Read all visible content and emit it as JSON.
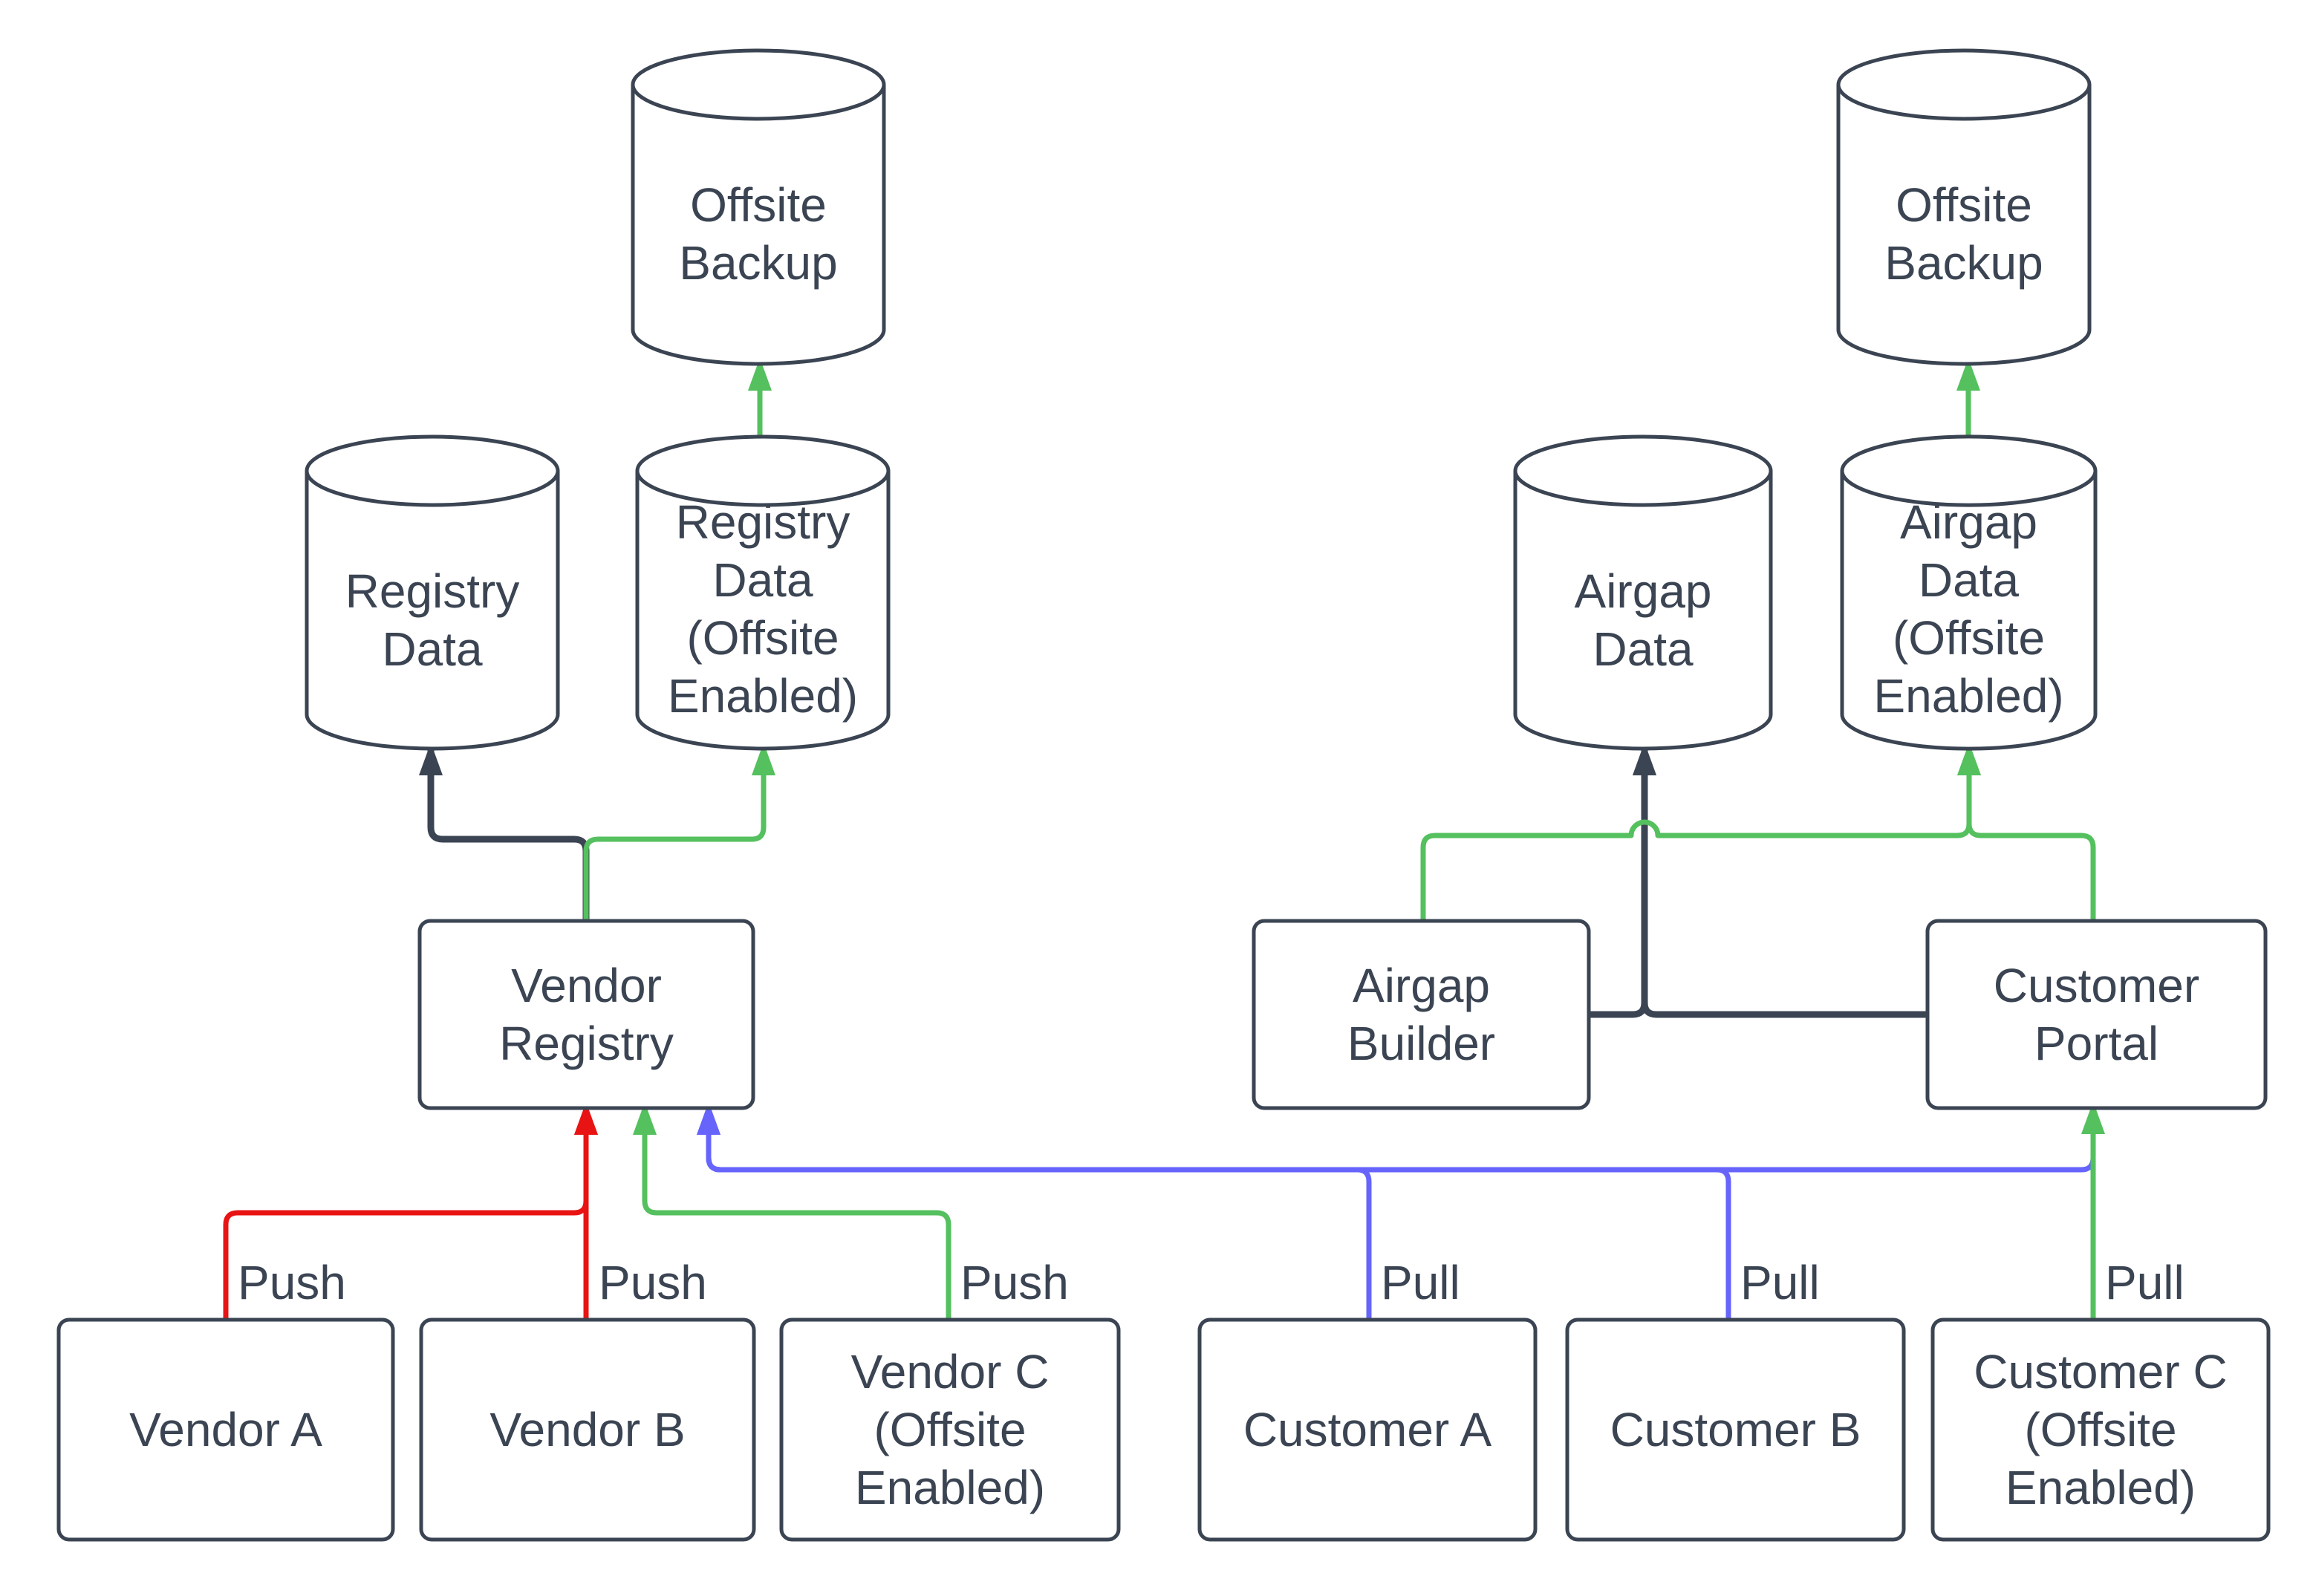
{
  "colors": {
    "background": "#ffffff",
    "stroke": "#3b4452",
    "text": "#3b4452",
    "red": "#e81414",
    "green": "#54c05e",
    "blue": "#6664fb"
  },
  "nodes": {
    "offsite_backup_left": {
      "label": "Offsite\nBackup"
    },
    "registry_data": {
      "label": "Registry\nData"
    },
    "registry_data_offsite": {
      "label": "Registry\nData\n(Offsite\nEnabled)"
    },
    "vendor_registry": {
      "label": "Vendor\nRegistry"
    },
    "vendor_a": {
      "label": "Vendor A"
    },
    "vendor_b": {
      "label": "Vendor B"
    },
    "vendor_c": {
      "label": "Vendor C\n(Offsite\nEnabled)"
    },
    "offsite_backup_right": {
      "label": "Offsite\nBackup"
    },
    "airgap_data": {
      "label": "Airgap\nData"
    },
    "airgap_data_offsite": {
      "label": "Airgap\nData\n(Offsite\nEnabled)"
    },
    "airgap_builder": {
      "label": "Airgap\nBuilder"
    },
    "customer_portal": {
      "label": "Customer\nPortal"
    },
    "customer_a": {
      "label": "Customer A"
    },
    "customer_b": {
      "label": "Customer B"
    },
    "customer_c": {
      "label": "Customer C\n(Offsite\nEnabled)"
    }
  },
  "edge_labels": {
    "push_vendor_a": "Push",
    "push_vendor_b": "Push",
    "push_vendor_c": "Push",
    "pull_customer_a": "Pull",
    "pull_customer_b": "Pull",
    "pull_customer_c": "Pull"
  }
}
